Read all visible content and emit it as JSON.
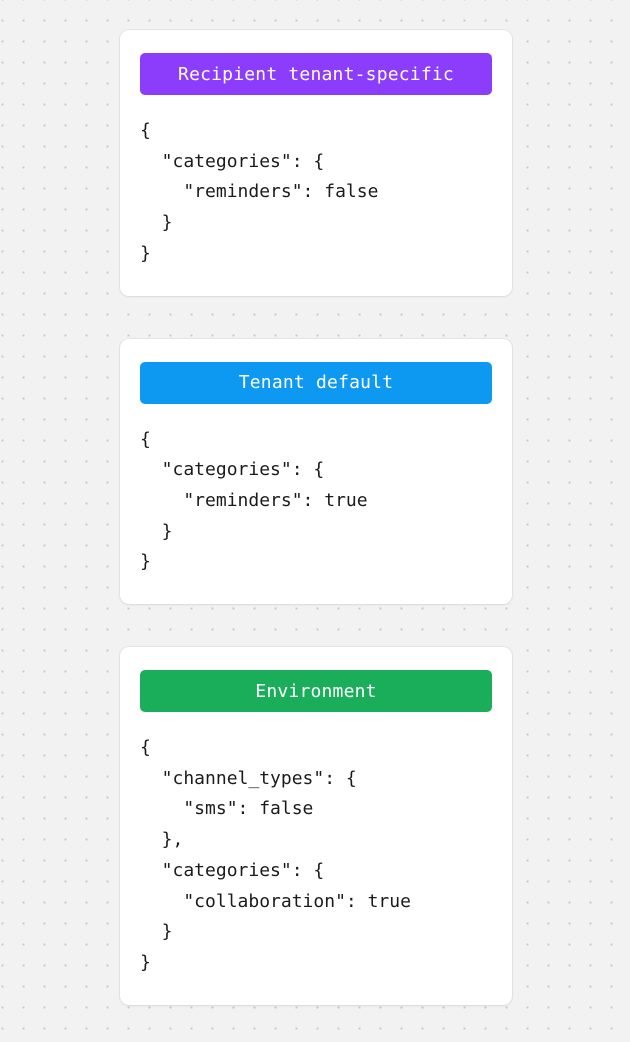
{
  "page": {
    "background_color": "#f2f2f2",
    "dot_color": "#c9c9c9",
    "card_background": "#ffffff",
    "code_text_color": "#1b1b1b"
  },
  "cards": [
    {
      "badge_label": "Recipient tenant-specific",
      "badge_color": "#8c3dfb",
      "json_text": "{\n  \"categories\": {\n    \"reminders\": false\n  }\n}"
    },
    {
      "badge_label": "Tenant default",
      "badge_color": "#0d99f2",
      "json_text": "{\n  \"categories\": {\n    \"reminders\": true\n  }\n}"
    },
    {
      "badge_label": "Environment",
      "badge_color": "#1bae5a",
      "json_text": "{\n  \"channel_types\": {\n    \"sms\": false\n  },\n  \"categories\": {\n    \"collaboration\": true\n  }\n}"
    }
  ]
}
